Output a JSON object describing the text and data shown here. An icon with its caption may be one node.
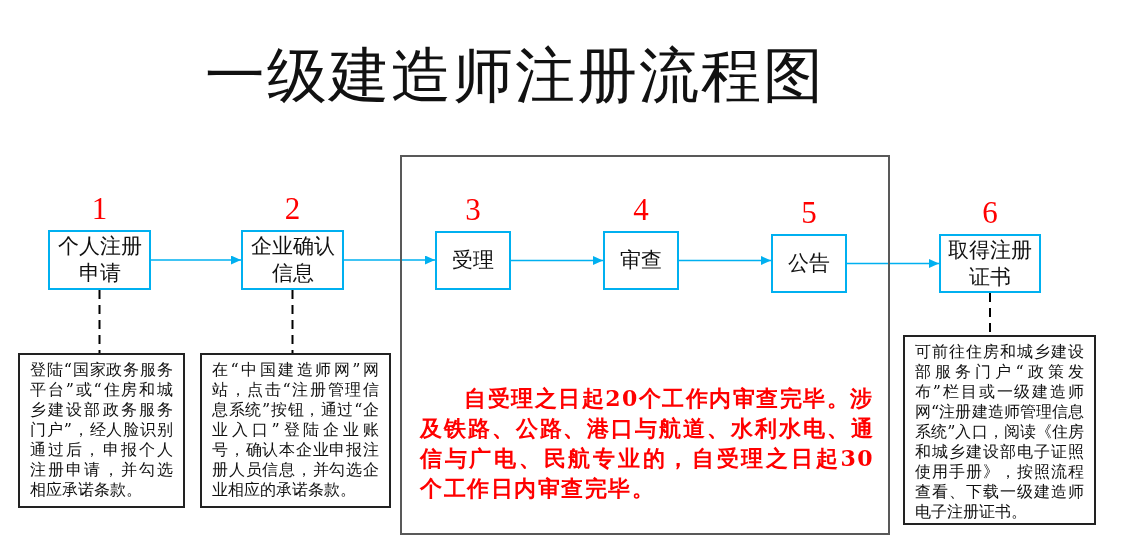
{
  "diagram": {
    "title": "一级建造师注册流程图",
    "nodes": [
      {
        "text": [
          "个人注册申请"
        ],
        "beside": [
          "1"
        ]
      },
      {
        "text": [
          "企业确认信息"
        ],
        "beside": [
          "2"
        ]
      },
      {
        "text": [
          "自受理之日起20个工作内审查完毕。涉及铁路、公路、港口与航道、水利水电、通信与广电、民航专业的，自受理之日起30个工作日内审查完毕。"
        ]
      },
      {
        "text": [
          "受理"
        ],
        "beside": [
          "3"
        ],
        "in": 2
      },
      {
        "text": [
          "审查"
        ],
        "beside": [
          "4"
        ],
        "in": 2
      },
      {
        "text": [
          "公告"
        ],
        "beside": [
          "5"
        ],
        "in": 2
      },
      {
        "text": [
          "取得注册证书"
        ],
        "beside": [
          "6"
        ]
      },
      {
        "text": [
          "登陆“国家政务服务平台”或“住房和城乡建设部政务服务门户”，经人脸识别通过后，申报个人注册申请，并勾选相应承诺条款。"
        ]
      },
      {
        "text": [
          "在“中国建造师网”网站，点击“注册管理信息系统”按钮，通过“企业入口”登陆企业账号，确认本企业申报注册人员信息，并勾选企业相应的承诺条款。"
        ]
      },
      {
        "text": [
          "可前往住房和城乡建设部服务门户“政策发布”栏目或一级建造师网“注册建造师管理信息系统”入口，阅读《住房和城乡建设部电子证照使用手册》，按照流程查看、下载一级建造师电子注册证书。"
        ]
      }
    ],
    "edges": [
      {
        "from": 0,
        "to": 1,
        "arrow": "to"
      },
      {
        "from": 1,
        "to": 3,
        "arrow": "to"
      },
      {
        "from": 3,
        "to": 4,
        "arrow": "to"
      },
      {
        "from": 4,
        "to": 5,
        "arrow": "to"
      },
      {
        "from": 5,
        "to": 6,
        "arrow": "to"
      },
      {
        "from": 0,
        "to": 7,
        "arrow": "none",
        "style": "dashed",
        "color": "#000000"
      },
      {
        "from": 1,
        "to": 8,
        "arrow": "none",
        "style": "dashed",
        "color": "#000000"
      },
      {
        "from": 6,
        "to": 9,
        "arrow": "none",
        "style": "dashed",
        "color": "#000000"
      }
    ]
  }
}
